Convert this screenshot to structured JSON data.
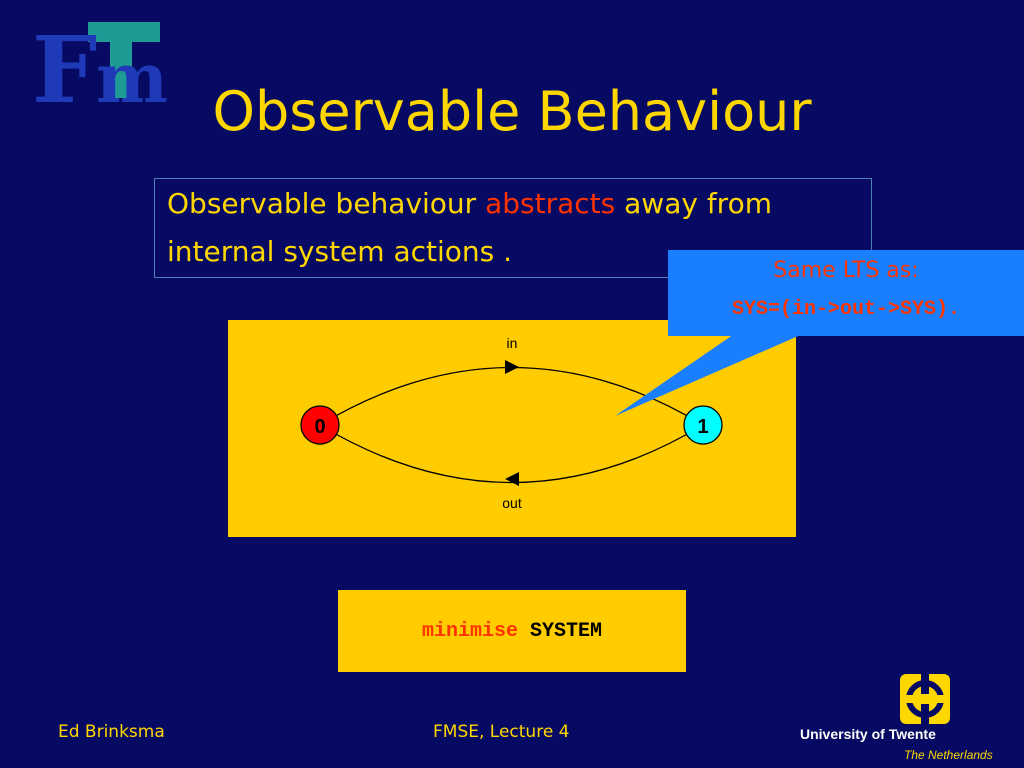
{
  "logo": {
    "letter_f": "F",
    "letter_m": "m"
  },
  "slide": {
    "title": "Observable Behaviour"
  },
  "definition": {
    "part1": "Observable behaviour ",
    "part2": "abstracts",
    "part3": " away from",
    "line2": "internal system actions ."
  },
  "callout": {
    "line1": "Same LTS as:",
    "line2": "SYS=(in->out->SYS)."
  },
  "lts": {
    "states": [
      "0",
      "1"
    ],
    "transitions": [
      {
        "from": "0",
        "to": "1",
        "label": "in"
      },
      {
        "from": "1",
        "to": "0",
        "label": "out"
      }
    ]
  },
  "command": {
    "keyword": "minimise",
    "target": "SYSTEM"
  },
  "footer": {
    "author": "Ed Brinksma",
    "course": "FMSE, Lecture 4",
    "university": "University of Twente",
    "country": "The Netherlands"
  },
  "colors": {
    "background": "#070a63",
    "title": "#ffd700",
    "panel": "#ffcc00",
    "callout": "#1a7fff",
    "state0": "#ff0000",
    "state1": "#00ffff",
    "accent_red": "#ff3300"
  }
}
